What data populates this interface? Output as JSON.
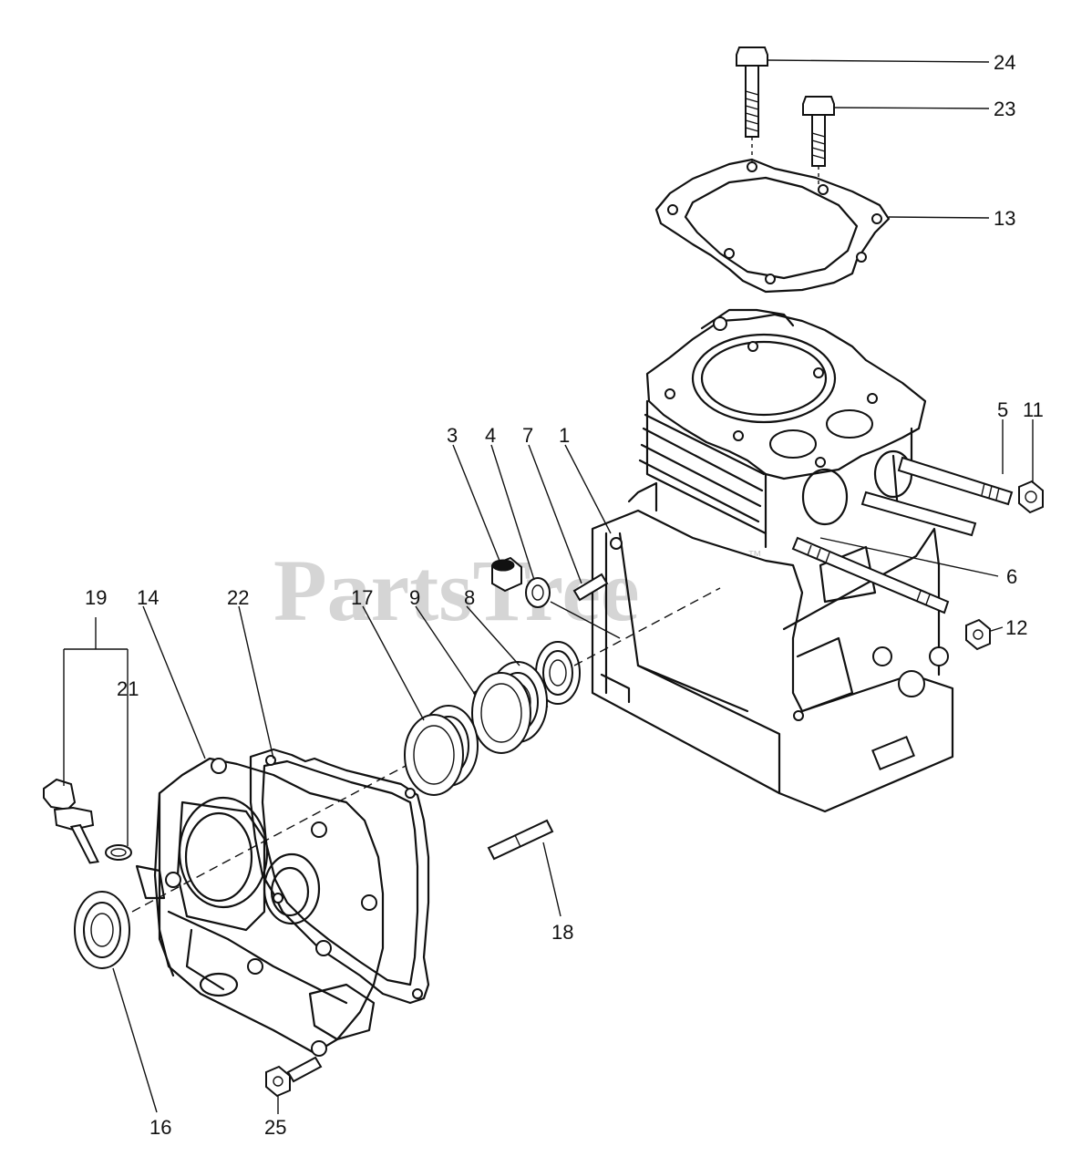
{
  "watermark": {
    "text": "PartsTree",
    "trademark": "™"
  },
  "callouts": {
    "p1": "1",
    "p3": "3",
    "p4": "4",
    "p5": "5",
    "p6": "6",
    "p7": "7",
    "p8": "8",
    "p9": "9",
    "p11": "11",
    "p12": "12",
    "p13": "13",
    "p14": "14",
    "p16": "16",
    "p17": "17",
    "p18": "18",
    "p19": "19",
    "p21": "21",
    "p22": "22",
    "p23": "23",
    "p24": "24",
    "p25": "25"
  }
}
